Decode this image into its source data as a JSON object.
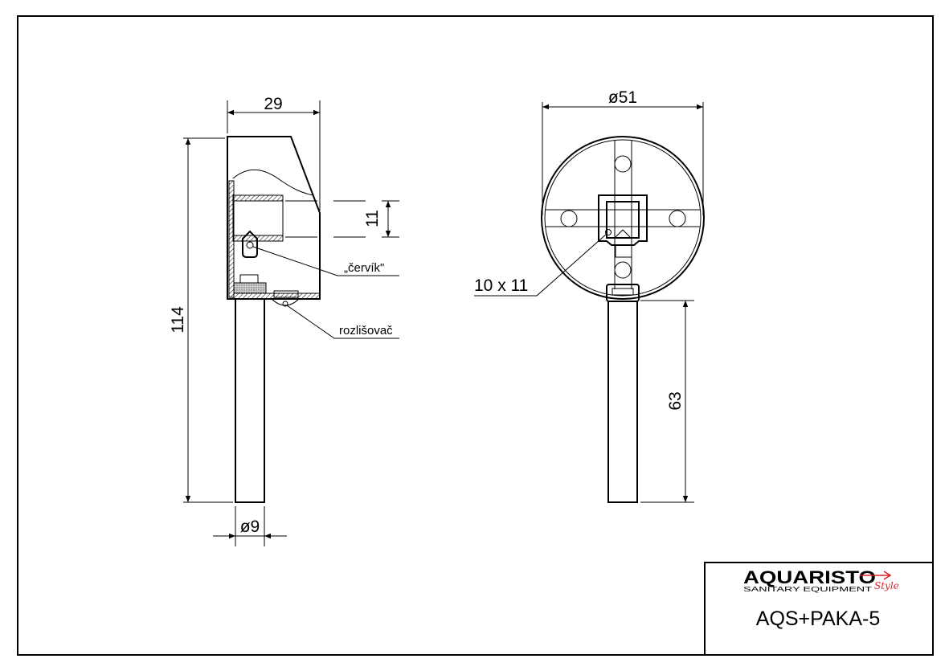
{
  "drawing": {
    "dimensions": {
      "width_top": "29",
      "height_total": "114",
      "gap": "11",
      "stem_diameter": "ø9",
      "disc_diameter": "ø51",
      "stem_length": "63",
      "square_socket": "10 x 11"
    },
    "callouts": {
      "set_screw": "„červík\"",
      "indicator": "rozlišovač"
    }
  },
  "title_block": {
    "logo_main": "AQUARISTO",
    "logo_sub": "SANITARY EQUIPMENT",
    "logo_script": "Style",
    "logo_accent_color": "#d8232a",
    "part_code": "AQS+PAKA-5"
  }
}
